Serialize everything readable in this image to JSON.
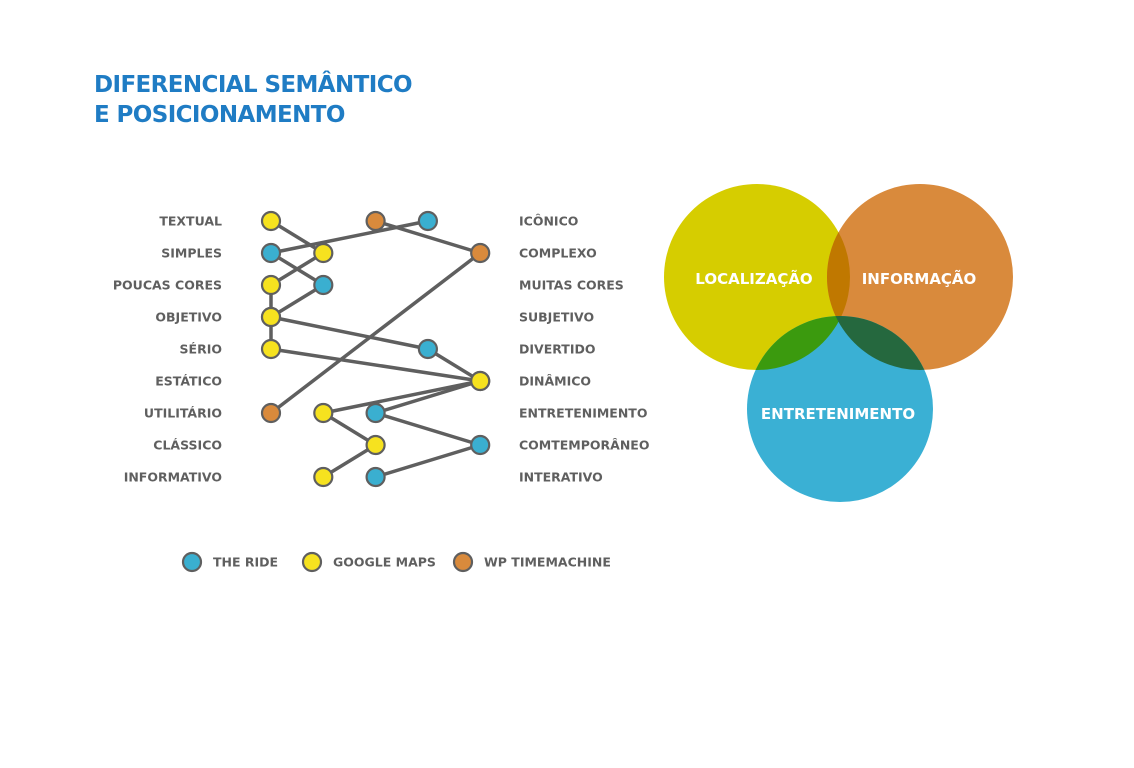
{
  "title": {
    "line1": "DIFERENCIAL SEMÂNTICO",
    "line2": "E POSICIONAMENTO"
  },
  "differential": {
    "rows": [
      {
        "left": "TEXTUAL",
        "right": "ICÔNICO"
      },
      {
        "left": "SIMPLES",
        "right": "COMPLEXO"
      },
      {
        "left": "POUCAS CORES",
        "right": "MUITAS CORES"
      },
      {
        "left": "OBJETIVO",
        "right": "SUBJETIVO"
      },
      {
        "left": "SÉRIO",
        "right": "DIVERTIDO"
      },
      {
        "left": "ESTÁTICO",
        "right": "DINÂMICO"
      },
      {
        "left": "UTILITÁRIO",
        "right": "ENTRETENIMENTO"
      },
      {
        "left": "CLÁSSICO",
        "right": "COMTEMPORÂNEO"
      },
      {
        "left": "INFORMATIVO",
        "right": "INTERATIVO"
      }
    ],
    "scale_steps": 5,
    "series": [
      {
        "name": "THE RIDE",
        "color": "#3aafd0",
        "values": [
          4,
          1,
          2,
          1,
          4,
          5,
          3,
          5,
          3
        ]
      },
      {
        "name": "GOOGLE MAPS",
        "color": "#f6e21f",
        "values": [
          1,
          2,
          1,
          1,
          1,
          5,
          2,
          3,
          2
        ]
      },
      {
        "name": "WP TIMEMACHINE",
        "color": "#d98a3c",
        "values": [
          3,
          5,
          null,
          null,
          null,
          null,
          1,
          null,
          null
        ]
      }
    ],
    "line_color": "#5f5f5f",
    "marker_stroke": "#5f5f5f"
  },
  "venn": {
    "circles": [
      {
        "label": "LOCALIZAÇÃO",
        "color": "#d6cd00"
      },
      {
        "label": "INFORMAÇÃO",
        "color": "#d98a3c"
      },
      {
        "label": "ENTRETENIMENTO",
        "color": "#3ab0d4"
      }
    ],
    "overlap_colors": {
      "localizacao_informacao": "#c07800",
      "localizacao_entretenimento": "#3b9a0e",
      "informacao_entretenimento": "#25683e"
    }
  }
}
